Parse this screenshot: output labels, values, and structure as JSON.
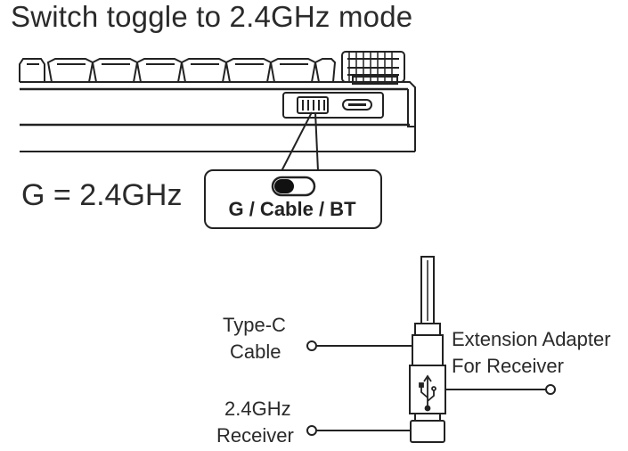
{
  "title": "Switch toggle to 2.4GHz mode",
  "equation": "G = 2.4GHz",
  "switch_label": "G / Cable / BT",
  "labels": {
    "type_c_line1": "Type-C",
    "type_c_line2": "Cable",
    "receiver_line1": "2.4GHz",
    "receiver_line2": "Receiver",
    "adapter_line1": "Extension Adapter",
    "adapter_line2": "For Receiver"
  },
  "icons": {
    "usb": "usb-icon",
    "switch": "toggle-switch-icon"
  }
}
